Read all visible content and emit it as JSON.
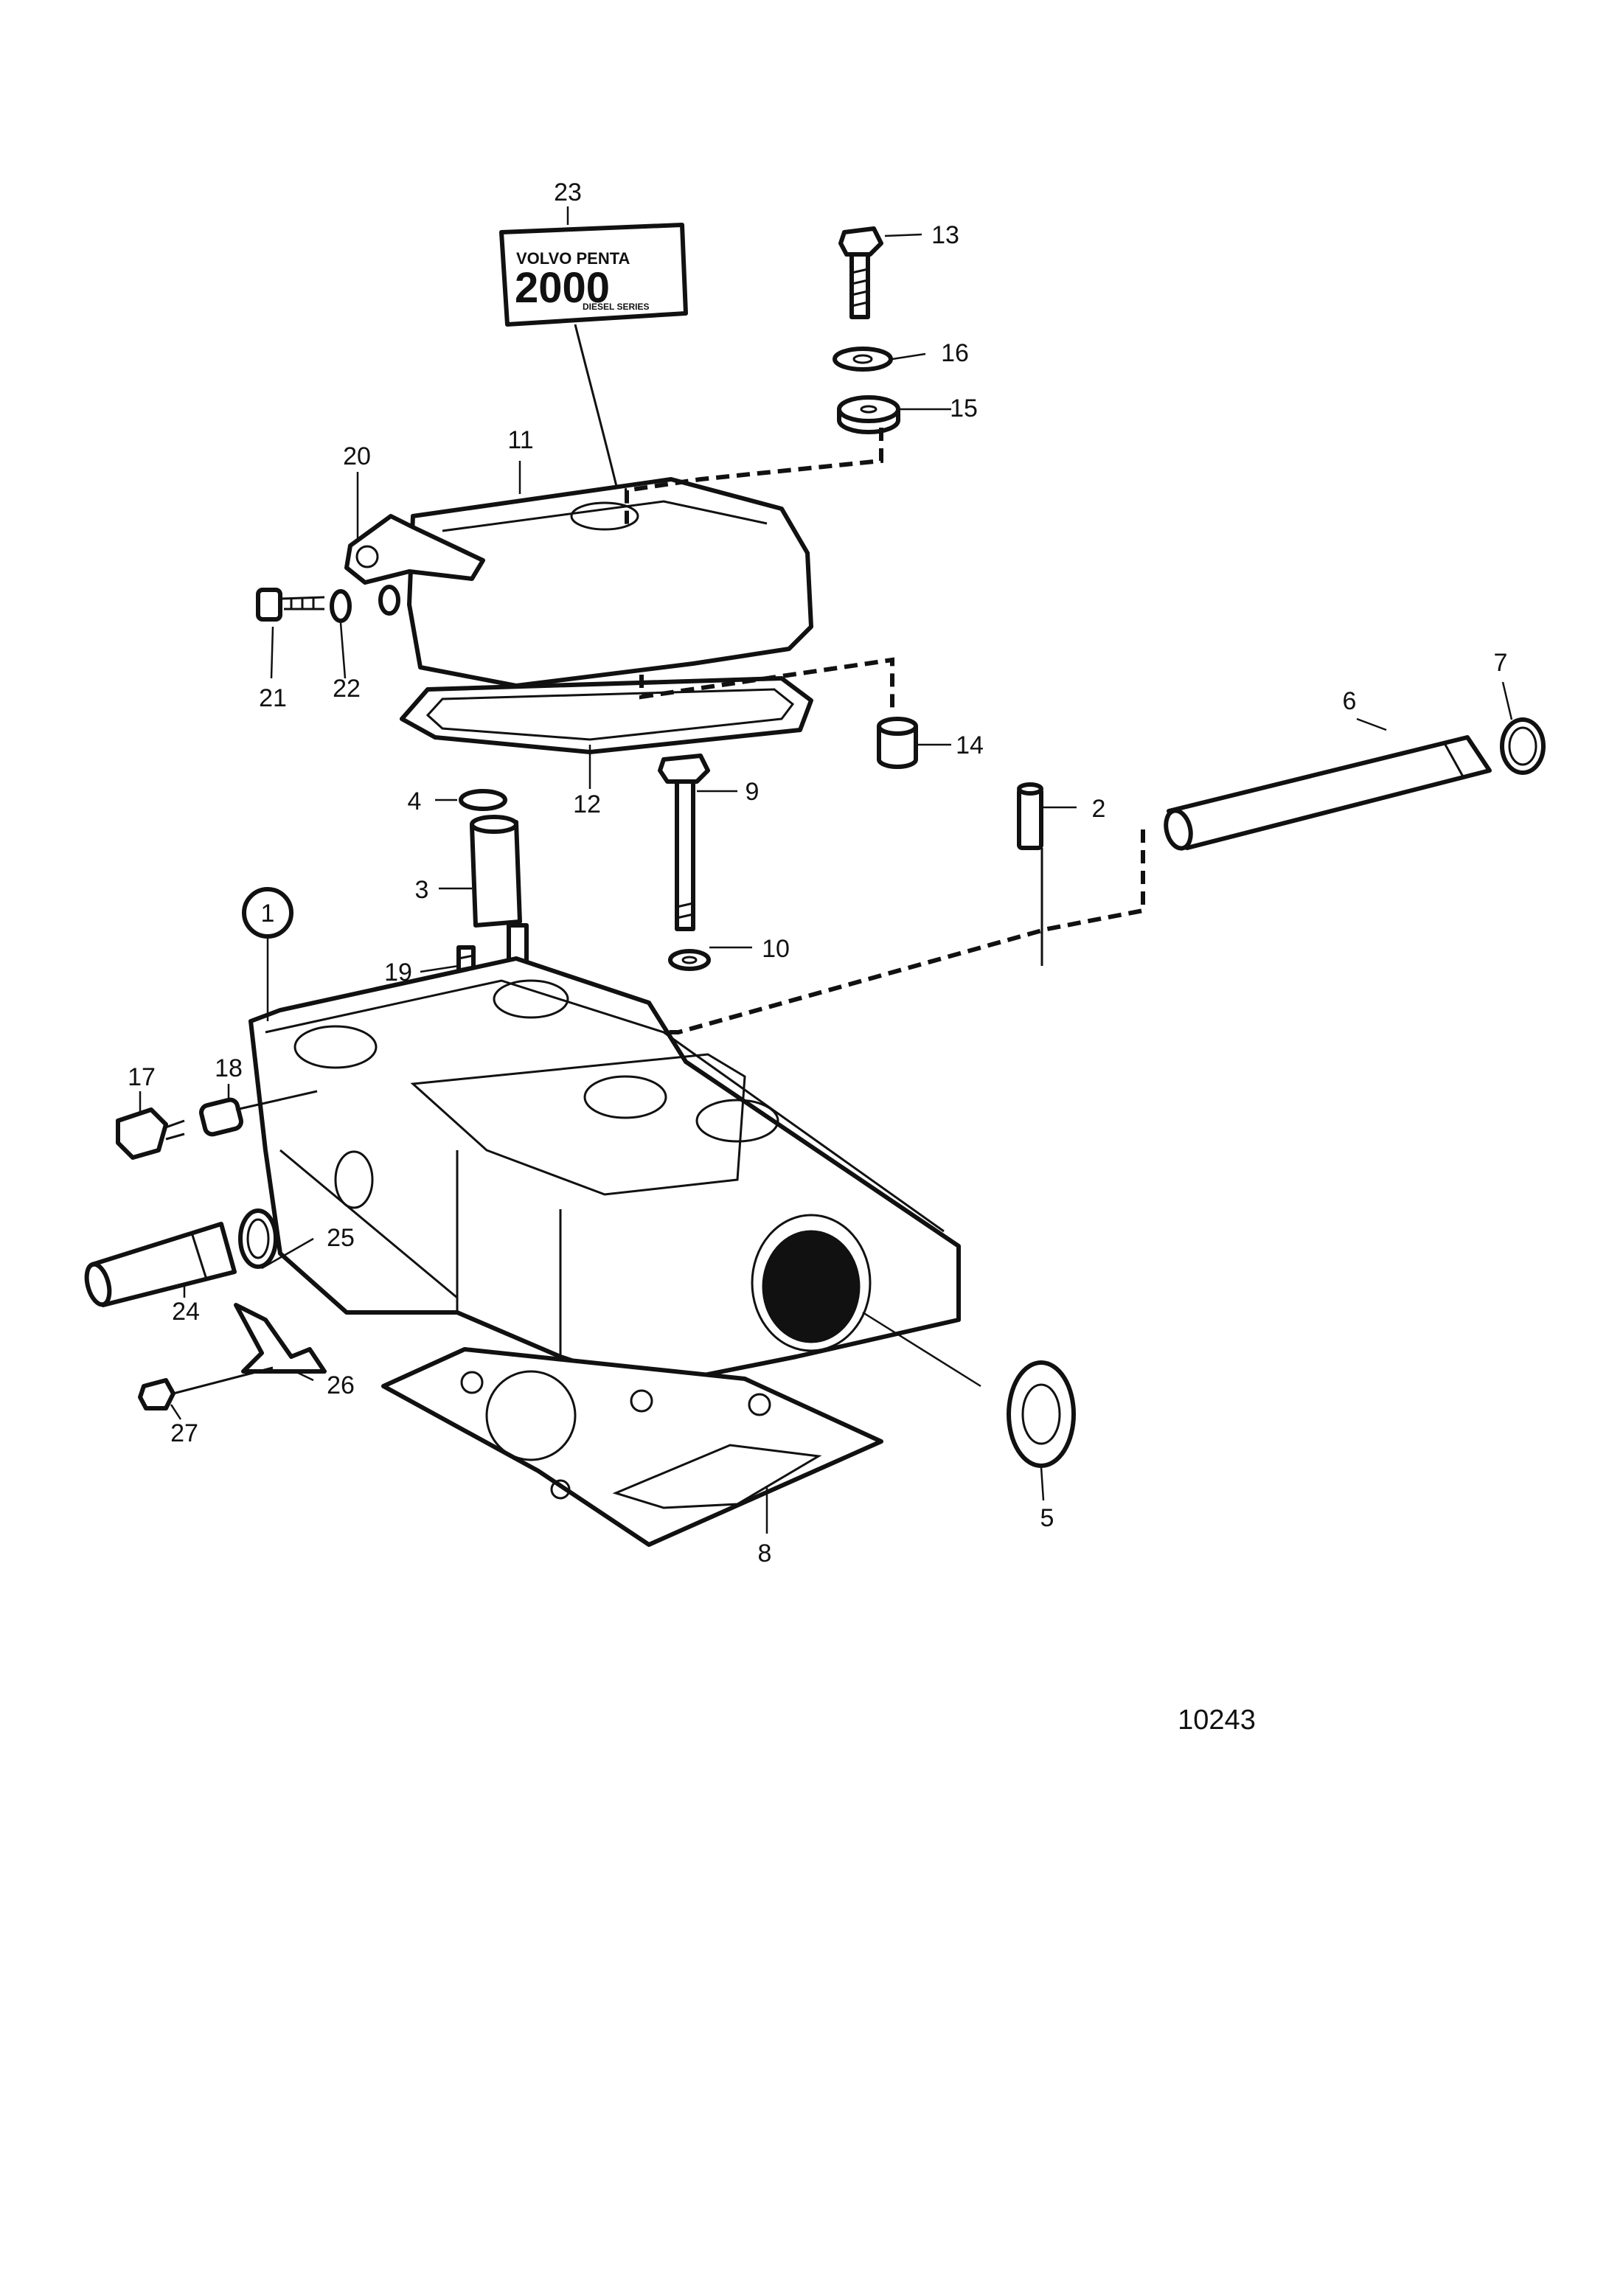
{
  "diagram": {
    "reference_number": "10243",
    "decal": {
      "brand_line": "VOLVO PENTA",
      "number": "2000",
      "series_line": "DIESEL SERIES"
    },
    "callouts": {
      "c1": "1",
      "c2": "2",
      "c3": "3",
      "c4": "4",
      "c5": "5",
      "c6": "6",
      "c7": "7",
      "c8": "8",
      "c9": "9",
      "c10": "10",
      "c11": "11",
      "c12": "12",
      "c13": "13",
      "c14": "14",
      "c15": "15",
      "c16": "16",
      "c17": "17",
      "c18": "18",
      "c19": "19",
      "c20": "20",
      "c21": "21",
      "c22": "22",
      "c23": "23",
      "c24": "24",
      "c25": "25",
      "c26": "26",
      "c27": "27"
    }
  }
}
